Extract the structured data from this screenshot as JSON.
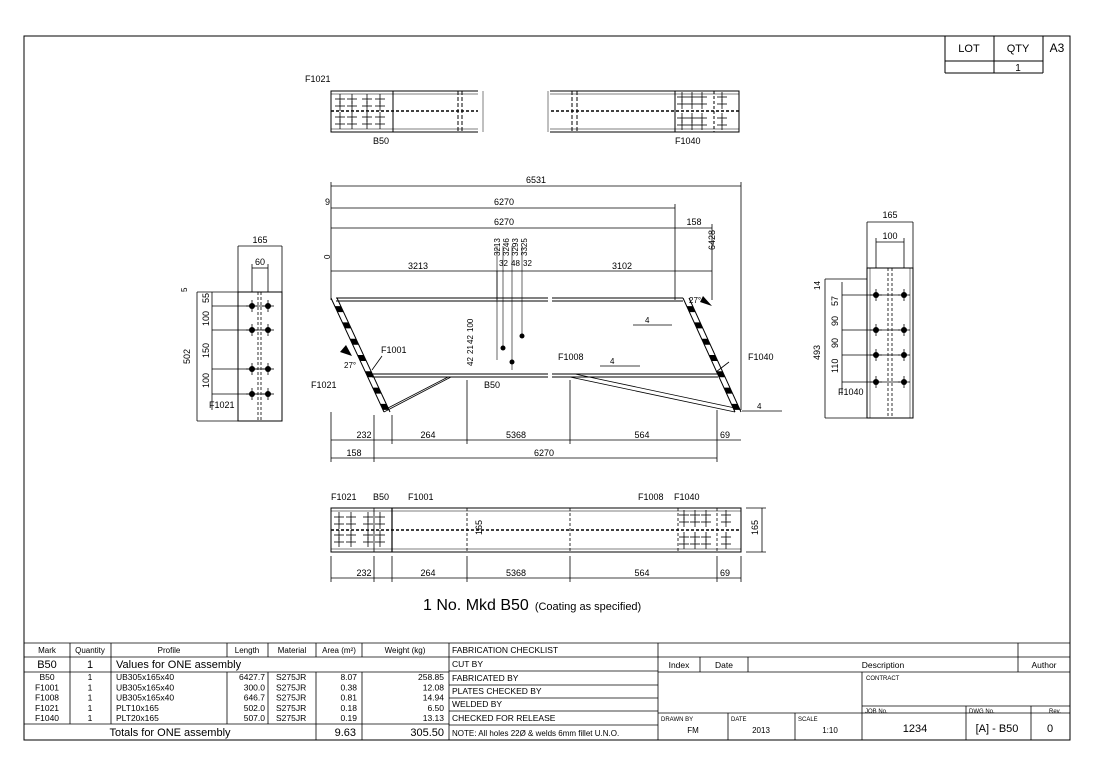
{
  "corner": {
    "lot_label": "LOT",
    "qty_label": "QTY",
    "qty_value": "1",
    "sheet_size": "A3"
  },
  "caption": {
    "main": "1 No. Mkd B50",
    "note": "(Coating as specified)"
  },
  "views": {
    "top": {
      "labels": [
        "F1021",
        "B50",
        "F1040"
      ]
    },
    "elevation": {
      "dims": [
        "6531",
        "9",
        "6270",
        "6270",
        "158",
        "6428",
        "3213",
        "3102",
        "0",
        "3213",
        "3246",
        "3293",
        "3325",
        "32",
        "48",
        "32",
        "100",
        "42",
        "21",
        "42",
        "27°",
        "27°",
        "4",
        "4",
        "4",
        "232",
        "264",
        "5368",
        "564",
        "69",
        "158",
        "6270"
      ],
      "labels": [
        "F1001",
        "F1021",
        "B50",
        "F1008",
        "F1040"
      ]
    },
    "left_end": {
      "dims": [
        "165",
        "60",
        "5",
        "55",
        "100",
        "150",
        "100",
        "502"
      ],
      "labels": [
        "F1021"
      ]
    },
    "right_end": {
      "dims": [
        "165",
        "100",
        "14",
        "57",
        "90",
        "90",
        "110",
        "493"
      ],
      "labels": [
        "F1040"
      ]
    },
    "bottom": {
      "labels": [
        "F1021",
        "B50",
        "F1001",
        "F1008",
        "F1040"
      ],
      "dims": [
        "165",
        "165",
        "232",
        "264",
        "5368",
        "564",
        "69"
      ]
    }
  },
  "parts_table": {
    "headers": [
      "Mark",
      "Quantity",
      "Profile",
      "Length",
      "Material",
      "Area (m²)",
      "Weight (kg)"
    ],
    "assembly_row": {
      "mark": "B50",
      "qty": "1",
      "text": "Values for ONE assembly"
    },
    "rows": [
      [
        "B50",
        "1",
        "UB305x165x40",
        "6427.7",
        "S275JR",
        "8.07",
        "258.85"
      ],
      [
        "F1001",
        "1",
        "UB305x165x40",
        "300.0",
        "S275JR",
        "0.38",
        "12.08"
      ],
      [
        "F1008",
        "1",
        "UB305x165x40",
        "646.7",
        "S275JR",
        "0.81",
        "14.94"
      ],
      [
        "F1021",
        "1",
        "PLT10x165",
        "502.0",
        "S275JR",
        "0.18",
        "6.50"
      ],
      [
        "F1040",
        "1",
        "PLT20x165",
        "507.0",
        "S275JR",
        "0.19",
        "13.13"
      ]
    ],
    "totals": {
      "label": "Totals for ONE assembly",
      "area": "9.63",
      "weight": "305.50"
    }
  },
  "checklist": {
    "title": "FABRICATION CHECKLIST",
    "items": [
      "CUT BY",
      "FABRICATED BY",
      "PLATES CHECKED BY",
      "WELDED BY",
      "CHECKED FOR RELEASE"
    ],
    "note": "NOTE:  All holes 22Ø & welds 6mm fillet U.N.O."
  },
  "revisions": {
    "headers": [
      "Index",
      "Date",
      "Description",
      "Author"
    ]
  },
  "title_block": {
    "contract_label": "CONTRACT",
    "drawn_label": "DRAWN BY",
    "drawn": "FM",
    "date_label": "DATE",
    "date": "2013",
    "scale_label": "SCALE",
    "scale": "1:10",
    "job_label": "JOB No.",
    "job": "1234",
    "dwg_label": "DWG No.",
    "dwg": "[A] - B50",
    "rev_label": "Rev.",
    "rev": "0"
  }
}
